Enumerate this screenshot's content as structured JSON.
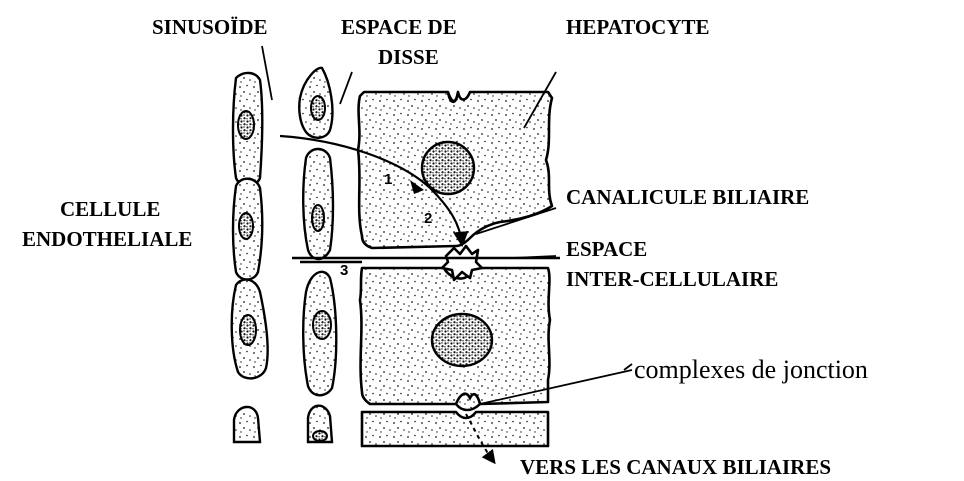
{
  "labels": {
    "sinusoide": "SINUSOÏDE",
    "espace_de_disse_1": "ESPACE DE",
    "espace_de_disse_2": "DISSE",
    "hepatocyte": "HEPATOCYTE",
    "cellule_1": "CELLULE",
    "cellule_2": "ENDOTHELIALE",
    "canalicule": "CANALICULE BILIAIRE",
    "espace_inter_1": "ESPACE",
    "espace_inter_2": "INTER-CELLULAIRE",
    "complexes": "complexes de jonction",
    "vers_canaux": "VERS LES CANAUX BILIAIRES"
  },
  "path_numbers": [
    "1",
    "2",
    "3"
  ],
  "colors": {
    "ink": "#000000",
    "paper": "#ffffff",
    "stipple": "#1a1a1a"
  }
}
